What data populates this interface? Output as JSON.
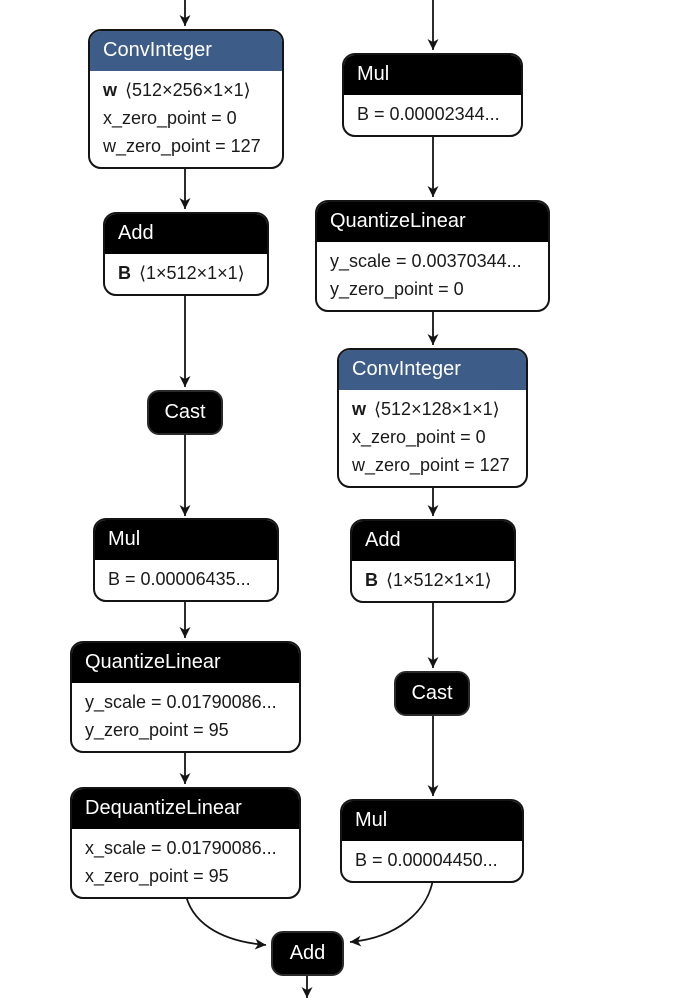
{
  "graph": {
    "colors": {
      "conv_header": "#3e5c88",
      "default_header": "#000000",
      "node_border": "#141414",
      "edge": "#141414",
      "body_text": "#1a1a1a",
      "background": "#ffffff"
    },
    "nodes": [
      {
        "id": "conv-integer-1",
        "title": "ConvInteger",
        "type": "ConvInteger",
        "body": [
          {
            "bold": "w",
            "text": "⟨512×256×1×1⟩"
          },
          {
            "text": "x_zero_point = 0"
          },
          {
            "text": "w_zero_point = 127"
          }
        ]
      },
      {
        "id": "add-1",
        "title": "Add",
        "type": "Add",
        "body": [
          {
            "bold": "B",
            "text": "⟨1×512×1×1⟩"
          }
        ]
      },
      {
        "id": "cast-1",
        "title": "Cast",
        "type": "Cast",
        "body": []
      },
      {
        "id": "mul-1",
        "title": "Mul",
        "type": "Mul",
        "body": [
          {
            "text": "B = 0.00006435..."
          }
        ]
      },
      {
        "id": "quantize-linear-1",
        "title": "QuantizeLinear",
        "type": "QuantizeLinear",
        "body": [
          {
            "text": "y_scale = 0.01790086..."
          },
          {
            "text": "y_zero_point = 95"
          }
        ]
      },
      {
        "id": "dequantize-linear-1",
        "title": "DequantizeLinear",
        "type": "DequantizeLinear",
        "body": [
          {
            "text": "x_scale = 0.01790086..."
          },
          {
            "text": "x_zero_point = 95"
          }
        ]
      },
      {
        "id": "mul-2",
        "title": "Mul",
        "type": "Mul",
        "body": [
          {
            "text": "B = 0.00002344..."
          }
        ]
      },
      {
        "id": "quantize-linear-2",
        "title": "QuantizeLinear",
        "type": "QuantizeLinear",
        "body": [
          {
            "text": "y_scale = 0.00370344..."
          },
          {
            "text": "y_zero_point = 0"
          }
        ]
      },
      {
        "id": "conv-integer-2",
        "title": "ConvInteger",
        "type": "ConvInteger",
        "body": [
          {
            "bold": "w",
            "text": "⟨512×128×1×1⟩"
          },
          {
            "text": "x_zero_point = 0"
          },
          {
            "text": "w_zero_point = 127"
          }
        ]
      },
      {
        "id": "add-2",
        "title": "Add",
        "type": "Add",
        "body": [
          {
            "bold": "B",
            "text": "⟨1×512×1×1⟩"
          }
        ]
      },
      {
        "id": "cast-2",
        "title": "Cast",
        "type": "Cast",
        "body": []
      },
      {
        "id": "mul-3",
        "title": "Mul",
        "type": "Mul",
        "body": [
          {
            "text": "B = 0.00004450..."
          }
        ]
      },
      {
        "id": "add-3",
        "title": "Add",
        "type": "Add",
        "body": []
      }
    ]
  }
}
